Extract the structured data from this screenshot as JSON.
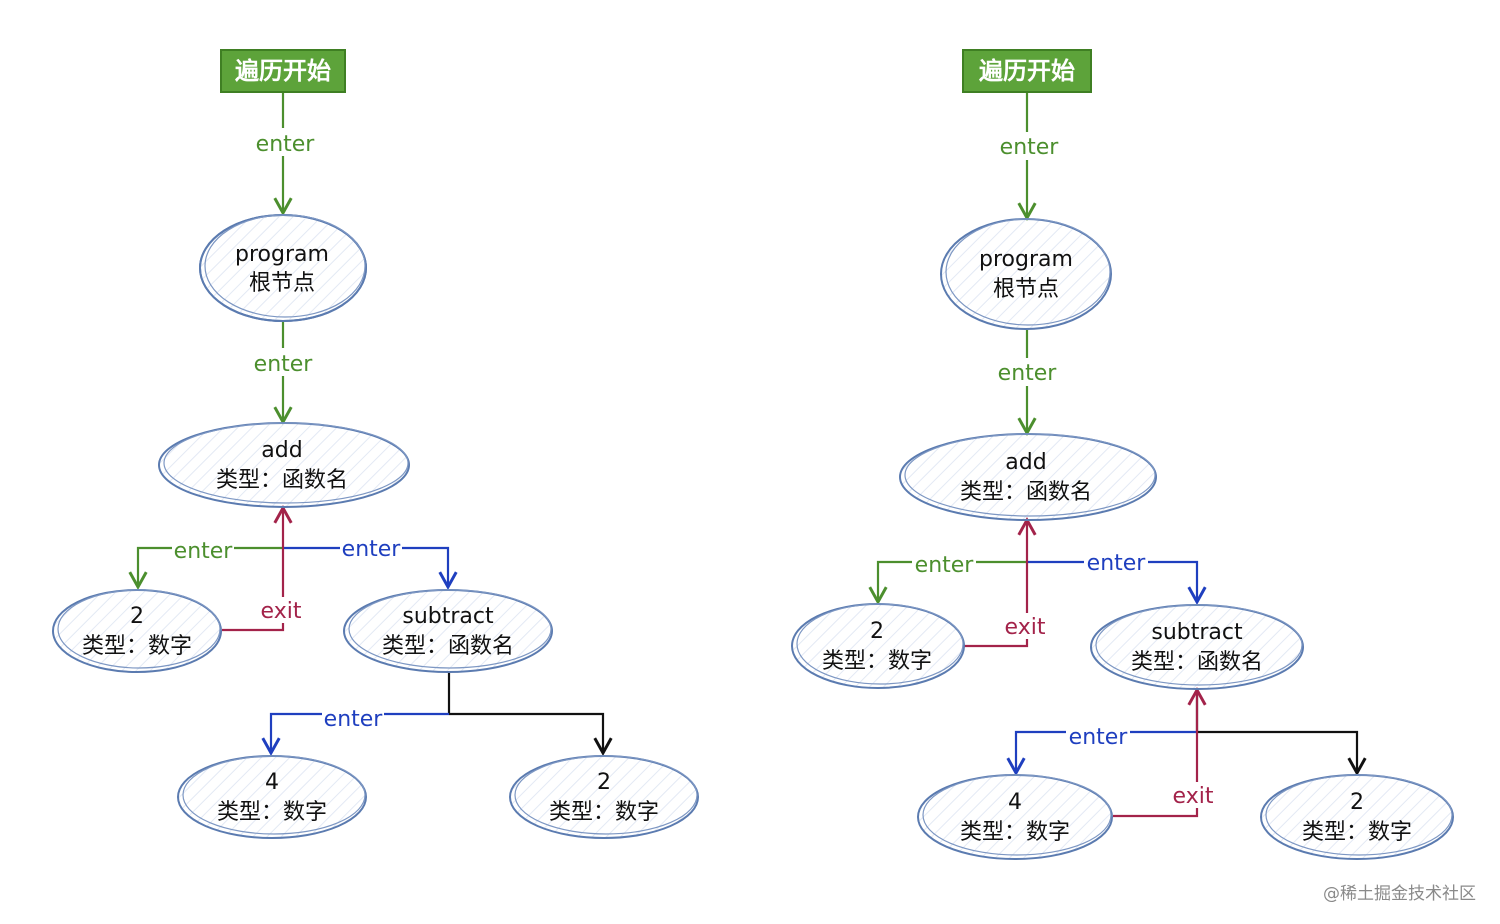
{
  "diagrams": [
    {
      "start": "遍历开始",
      "nodes": {
        "program": [
          "program",
          "根节点"
        ],
        "add": [
          "add",
          "类型：函数名"
        ],
        "two_a": [
          "2",
          "类型：数字"
        ],
        "subtract": [
          "subtract",
          "类型：函数名"
        ],
        "four": [
          "4",
          "类型：数字"
        ],
        "two_b": [
          "2",
          "类型：数字"
        ]
      },
      "edges": {
        "start_program": "enter",
        "program_add": "enter",
        "add_two": "enter",
        "add_subtract": "enter",
        "two_exit": "exit",
        "subtract_four": "enter"
      }
    },
    {
      "start": "遍历开始",
      "nodes": {
        "program": [
          "program",
          "根节点"
        ],
        "add": [
          "add",
          "类型：函数名"
        ],
        "two_a": [
          "2",
          "类型：数字"
        ],
        "subtract": [
          "subtract",
          "类型：函数名"
        ],
        "four": [
          "4",
          "类型：数字"
        ],
        "two_b": [
          "2",
          "类型：数字"
        ]
      },
      "edges": {
        "start_program": "enter",
        "program_add": "enter",
        "add_two": "enter",
        "add_subtract": "enter",
        "two_exit": "exit",
        "subtract_four": "enter",
        "four_exit": "exit"
      }
    }
  ],
  "watermark": "@稀土掘金技术社区",
  "colors": {
    "start_fill": "#5da33a",
    "enter_green": "#4c8f2e",
    "enter_blue": "#1f3fbf",
    "exit_red": "#a3234a",
    "node_border": "#5b7bb0"
  }
}
